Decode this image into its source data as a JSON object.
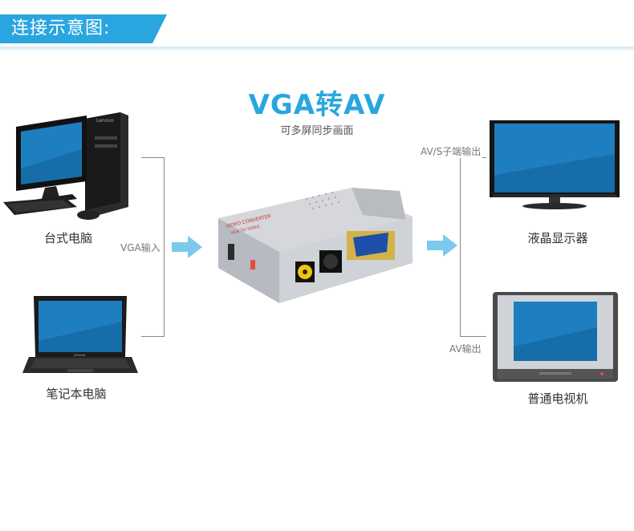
{
  "header": {
    "title": "连接示意图:"
  },
  "product": {
    "title": "VGA转AV",
    "subtitle": "可多屏同步画面"
  },
  "sources": {
    "desktop_label": "台式电脑",
    "laptop_label": "笔记本电脑",
    "desktop_brand": "Lenovo",
    "laptop_brand": "Lenovo",
    "input_label": "VGA输入"
  },
  "outputs": {
    "lcd_label": "液晶显示器",
    "tv_label": "普通电视机",
    "avs_label": "AV/S子端输出",
    "av_label": "AV输出"
  },
  "device": {
    "top_text_1": "VIDEO CONVERTER",
    "top_text_2": "VGA TO VIDEO"
  },
  "colors": {
    "accent": "#29a6df",
    "screen_blue": "#1d7fc0",
    "device_silver": "#c9ccd1"
  }
}
